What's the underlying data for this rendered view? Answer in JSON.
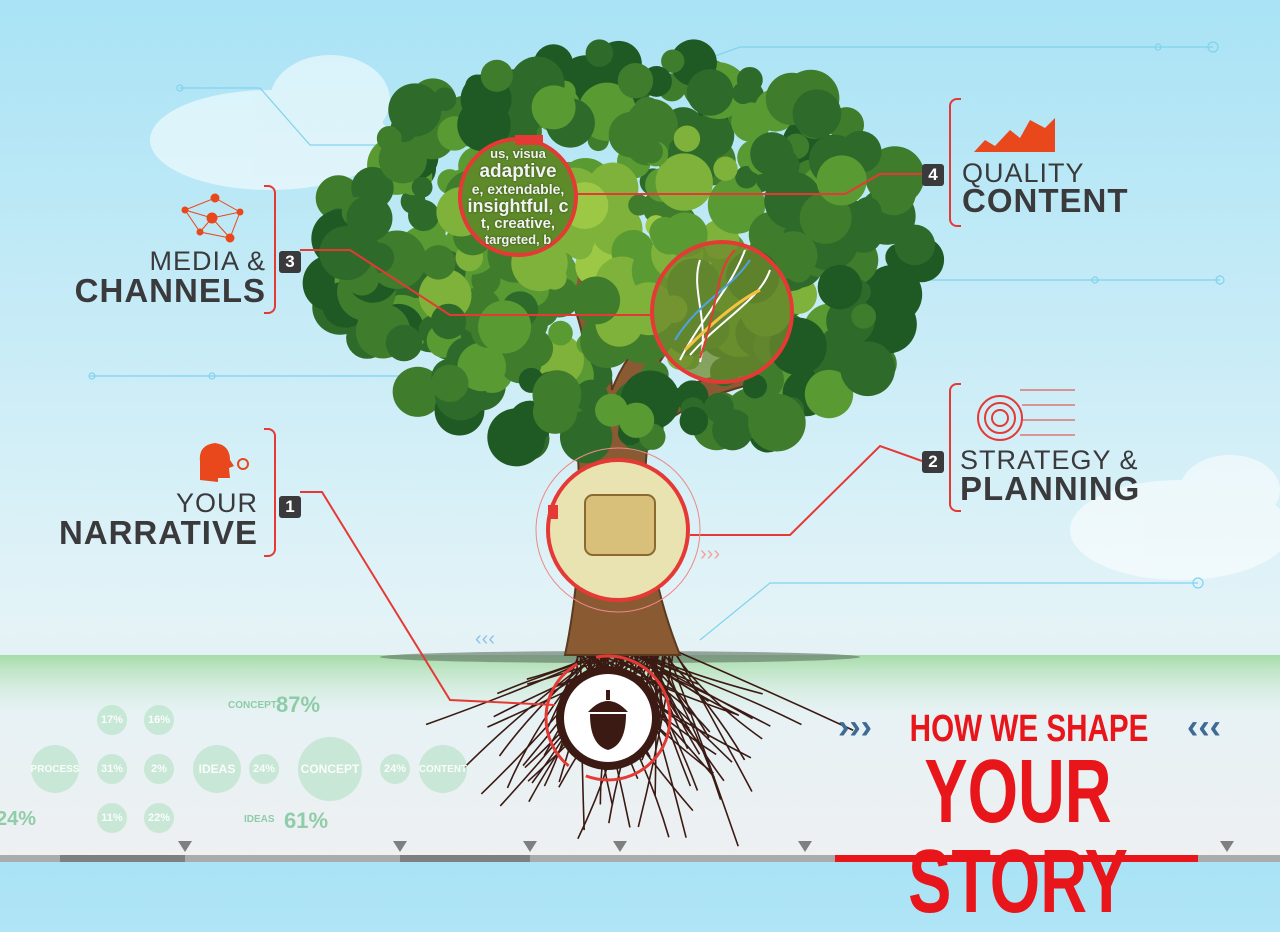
{
  "labels": [
    {
      "number": "1",
      "light": "YOUR",
      "bold": "NARRATIVE"
    },
    {
      "number": "2",
      "light": "STRATEGY &",
      "bold": "PLANNING"
    },
    {
      "number": "3",
      "light": "MEDIA &",
      "bold": "CHANNELS"
    },
    {
      "number": "4",
      "light": "QUALITY",
      "bold": "CONTENT"
    }
  ],
  "headline": {
    "line1": "HOW WE SHAPE",
    "line2": "YOUR STORY",
    "chevrons_left": "›››",
    "chevrons_right": "‹‹‹"
  },
  "word_circle": [
    "us, visua",
    "adaptive",
    "e, extendable,",
    "insightful, c",
    "t, creative,",
    "targeted, b"
  ],
  "faded_diagram": {
    "process": "PROCESS",
    "ideas": "IDEAS",
    "concept": "CONCEPT",
    "content": "CONTENT",
    "grid": [
      "17%",
      "16%",
      "31%",
      "2%",
      "11%",
      "22%"
    ],
    "between1": "24%",
    "between2": "24%",
    "concept_label": "CONCEPT",
    "concept_pct": "87%",
    "ideas_label": "IDEAS",
    "ideas_pct": "61%",
    "left_pct": "24%"
  },
  "colors": {
    "accent": "#e8161b",
    "text": "#3a3a3c",
    "chevron": "#3d6b94",
    "line": "#e53935"
  }
}
